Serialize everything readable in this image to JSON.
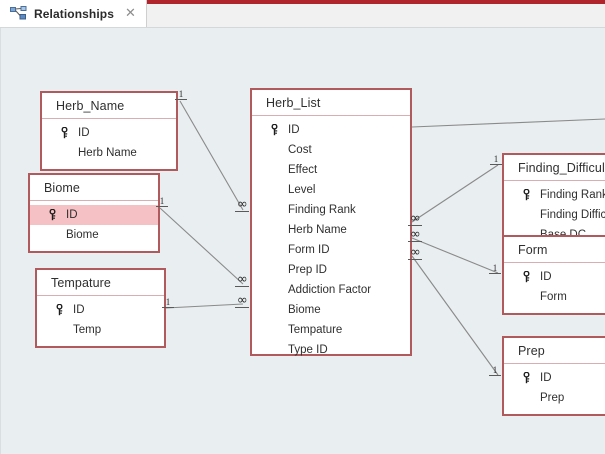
{
  "window": {
    "accent_color": "#b0252c",
    "canvas_background": "#e9eef1",
    "table_border_color": "#b05a5e",
    "selection_color": "#f6c1c4"
  },
  "tabs": [
    {
      "label": "Relationships",
      "icon": "relationships-icon",
      "close_label": "✕",
      "active": true
    }
  ],
  "diagram": {
    "tables": [
      {
        "id": "herb_name",
        "title": "Herb_Name",
        "fields": [
          {
            "name": "ID",
            "key": true,
            "selected": false
          },
          {
            "name": "Herb Name",
            "key": false,
            "selected": false
          }
        ]
      },
      {
        "id": "biome",
        "title": "Biome",
        "fields": [
          {
            "name": "ID",
            "key": true,
            "selected": true
          },
          {
            "name": "Biome",
            "key": false,
            "selected": false
          }
        ]
      },
      {
        "id": "tempature",
        "title": "Tempature",
        "fields": [
          {
            "name": "ID",
            "key": true,
            "selected": false
          },
          {
            "name": "Temp",
            "key": false,
            "selected": false
          }
        ]
      },
      {
        "id": "herb_list",
        "title": "Herb_List",
        "fields": [
          {
            "name": "ID",
            "key": true,
            "selected": false
          },
          {
            "name": "Cost",
            "key": false,
            "selected": false
          },
          {
            "name": "Effect",
            "key": false,
            "selected": false
          },
          {
            "name": "Level",
            "key": false,
            "selected": false
          },
          {
            "name": "Finding Rank",
            "key": false,
            "selected": false
          },
          {
            "name": "Herb Name",
            "key": false,
            "selected": false
          },
          {
            "name": "Form ID",
            "key": false,
            "selected": false
          },
          {
            "name": "Prep ID",
            "key": false,
            "selected": false
          },
          {
            "name": "Addiction Factor",
            "key": false,
            "selected": false
          },
          {
            "name": "Biome",
            "key": false,
            "selected": false
          },
          {
            "name": "Tempature",
            "key": false,
            "selected": false
          },
          {
            "name": "Type ID",
            "key": false,
            "selected": false
          }
        ]
      },
      {
        "id": "finding_difficulty",
        "title": "Finding_Difficulty",
        "fields": [
          {
            "name": "Finding Rank",
            "key": true,
            "selected": false
          },
          {
            "name": "Finding Difficulty",
            "key": false,
            "selected": false
          },
          {
            "name": "Base DC",
            "key": false,
            "selected": false
          }
        ]
      },
      {
        "id": "form",
        "title": "Form",
        "fields": [
          {
            "name": "ID",
            "key": true,
            "selected": false
          },
          {
            "name": "Form",
            "key": false,
            "selected": false
          }
        ]
      },
      {
        "id": "prep",
        "title": "Prep",
        "fields": [
          {
            "name": "ID",
            "key": true,
            "selected": false
          },
          {
            "name": "Prep",
            "key": false,
            "selected": false
          }
        ]
      }
    ],
    "cardinality": {
      "one": "1",
      "many": "∞"
    },
    "relationships": [
      {
        "from": "herb_name",
        "from_card": "1",
        "to": "herb_list",
        "to_card": "∞"
      },
      {
        "from": "biome",
        "from_card": "1",
        "to": "herb_list",
        "to_card": "∞"
      },
      {
        "from": "tempature",
        "from_card": "1",
        "to": "herb_list",
        "to_card": "∞"
      },
      {
        "from": "herb_list",
        "from_card": "∞",
        "to": "finding_difficulty",
        "to_card": "1"
      },
      {
        "from": "herb_list",
        "from_card": "∞",
        "to": "form",
        "to_card": "1"
      },
      {
        "from": "herb_list",
        "from_card": "∞",
        "to": "prep",
        "to_card": "1"
      }
    ]
  }
}
